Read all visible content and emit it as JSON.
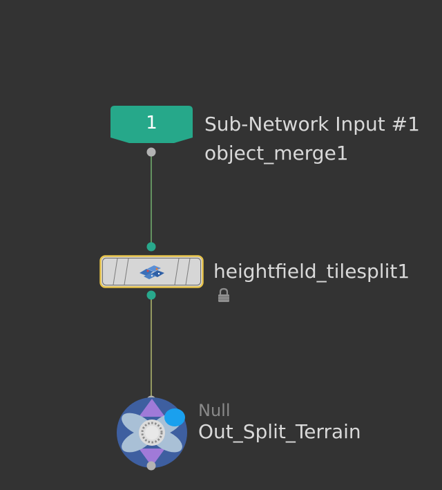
{
  "network": {
    "nodes": [
      {
        "id": "subnet_input",
        "title": "Sub-Network Input #1",
        "subtitle": "object_merge1",
        "badge": "1",
        "color": "#26a88a"
      },
      {
        "id": "tilesplit",
        "title": "heightfield_tilesplit1",
        "icon": "heightfield-tiles-icon",
        "locked": true,
        "selected_outline_color": "#e8c44a"
      },
      {
        "id": "null",
        "type_label": "Null",
        "title": "Out_Split_Terrain",
        "icon": "null-node-icon"
      }
    ],
    "wire_colors": {
      "wire_1": "#7fc77a",
      "wire_2": "#c9d17a"
    },
    "port_colors": {
      "output_gray": "#b3b3b3",
      "teal": "#28a88c"
    }
  }
}
